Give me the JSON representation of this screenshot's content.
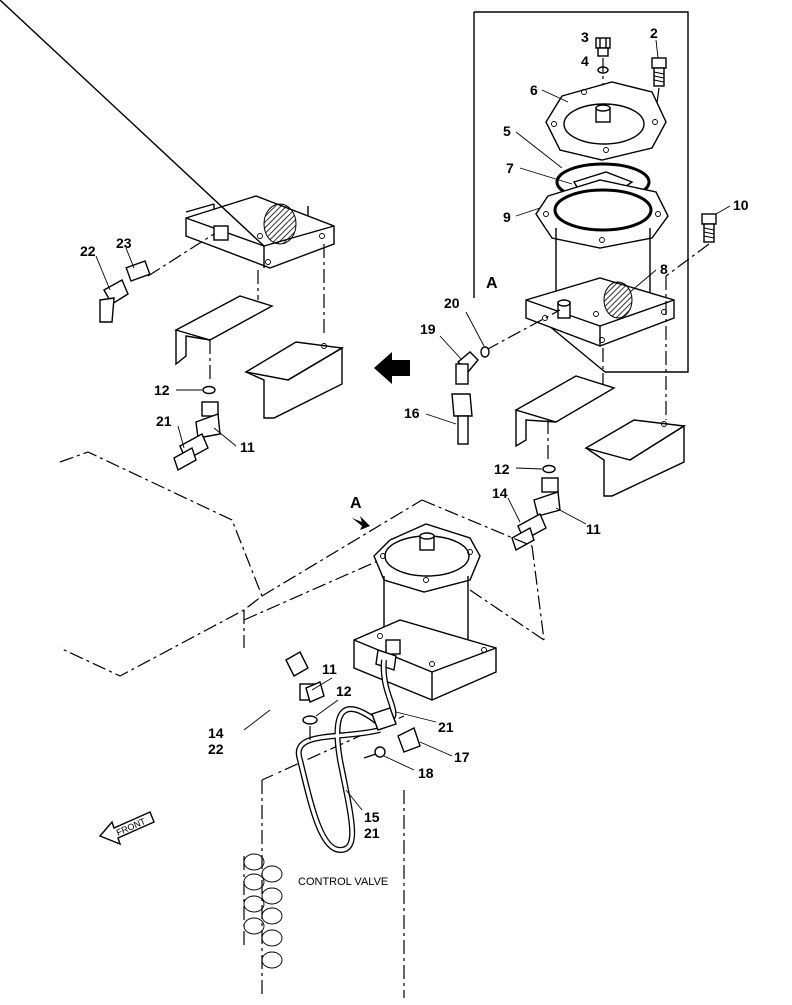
{
  "diagram": {
    "callouts": [
      "2",
      "3",
      "4",
      "5",
      "6",
      "7",
      "8",
      "9",
      "10",
      "11",
      "12",
      "14",
      "15",
      "16",
      "17",
      "18",
      "19",
      "20",
      "21",
      "22",
      "23"
    ],
    "detail_marker": "A",
    "text_labels": {
      "control_valve": "CONTROL VALVE",
      "front": "FRONT"
    },
    "stacked_callouts": {
      "left_hose": [
        "14",
        "22"
      ],
      "right_hose": [
        "15",
        "21"
      ]
    }
  }
}
